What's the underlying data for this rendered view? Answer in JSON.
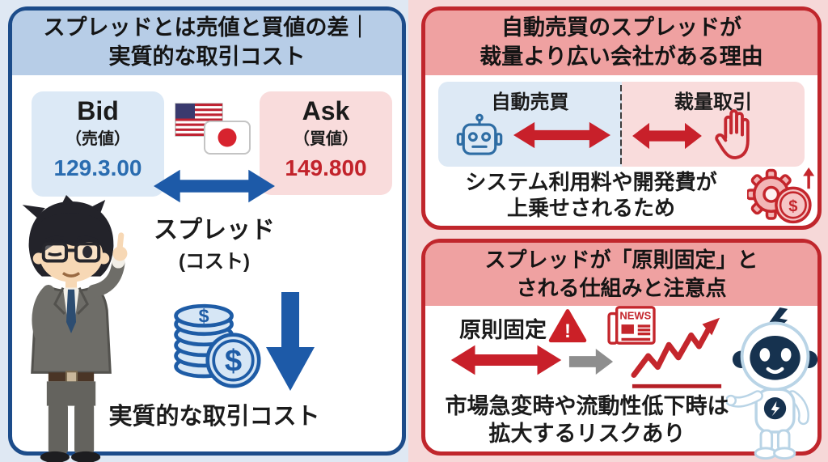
{
  "page": {
    "background_left": "#dfe8f3",
    "background_right": "#f6d8d8"
  },
  "left_panel": {
    "title_line1": "スプレッドとは売値と買値の差｜",
    "title_line2": "実質的な取引コスト",
    "border_color": "#1c4c8a",
    "header_bg": "#b7cde7",
    "bid": {
      "label": "Bid",
      "sublabel": "（売値）",
      "value": "129.3.00",
      "value_color": "#2a6cb0"
    },
    "ask": {
      "label": "Ask",
      "sublabel": "（買値）",
      "value": "149.800",
      "value_color": "#c2232b"
    },
    "spread_label": "スプレッド",
    "spread_sublabel": "(コスト)",
    "cost_label": "実質的な取引コスト",
    "coin_symbol": "$",
    "arrow_color": "#1d5aa8",
    "icons": [
      "us-flag",
      "japan-flag",
      "spread-double-arrow",
      "coin-stack",
      "down-arrow",
      "businessman"
    ]
  },
  "right_top_panel": {
    "title_line1": "自動売買のスプレッドが",
    "title_line2": "裁量より広い会社がある理由",
    "border_color": "#c0262c",
    "header_bg": "#efa1a1",
    "auto_label": "自動売買",
    "manual_label": "裁量取引",
    "reason_line1": "システム利用料や開発費が",
    "reason_line2": "上乗せされるため",
    "coin_symbol": "$",
    "arrow_color": "#c8202a",
    "icons": [
      "robot-head",
      "wide-double-arrow",
      "narrow-double-arrow",
      "hand",
      "gear-coin",
      "up-arrow"
    ]
  },
  "right_bottom_panel": {
    "title_line1": "スプレッドが「原則固定」と",
    "title_line2": "される仕組みと注意点",
    "border_color": "#c0262c",
    "header_bg": "#efa1a1",
    "fixed_label": "原則固定",
    "warning_mark": "!",
    "news_label": "NEWS",
    "caution_line1": "市場急変時や流動性低下時は",
    "caution_line2": "拡大するリスクあり",
    "arrow_colors": {
      "red": "#c8202a",
      "gray": "#8e8e8e"
    },
    "icons": [
      "warning-triangle",
      "fixed-double-arrow",
      "flow-arrow",
      "newspaper",
      "price-spike-chart",
      "mascot-robot"
    ]
  }
}
